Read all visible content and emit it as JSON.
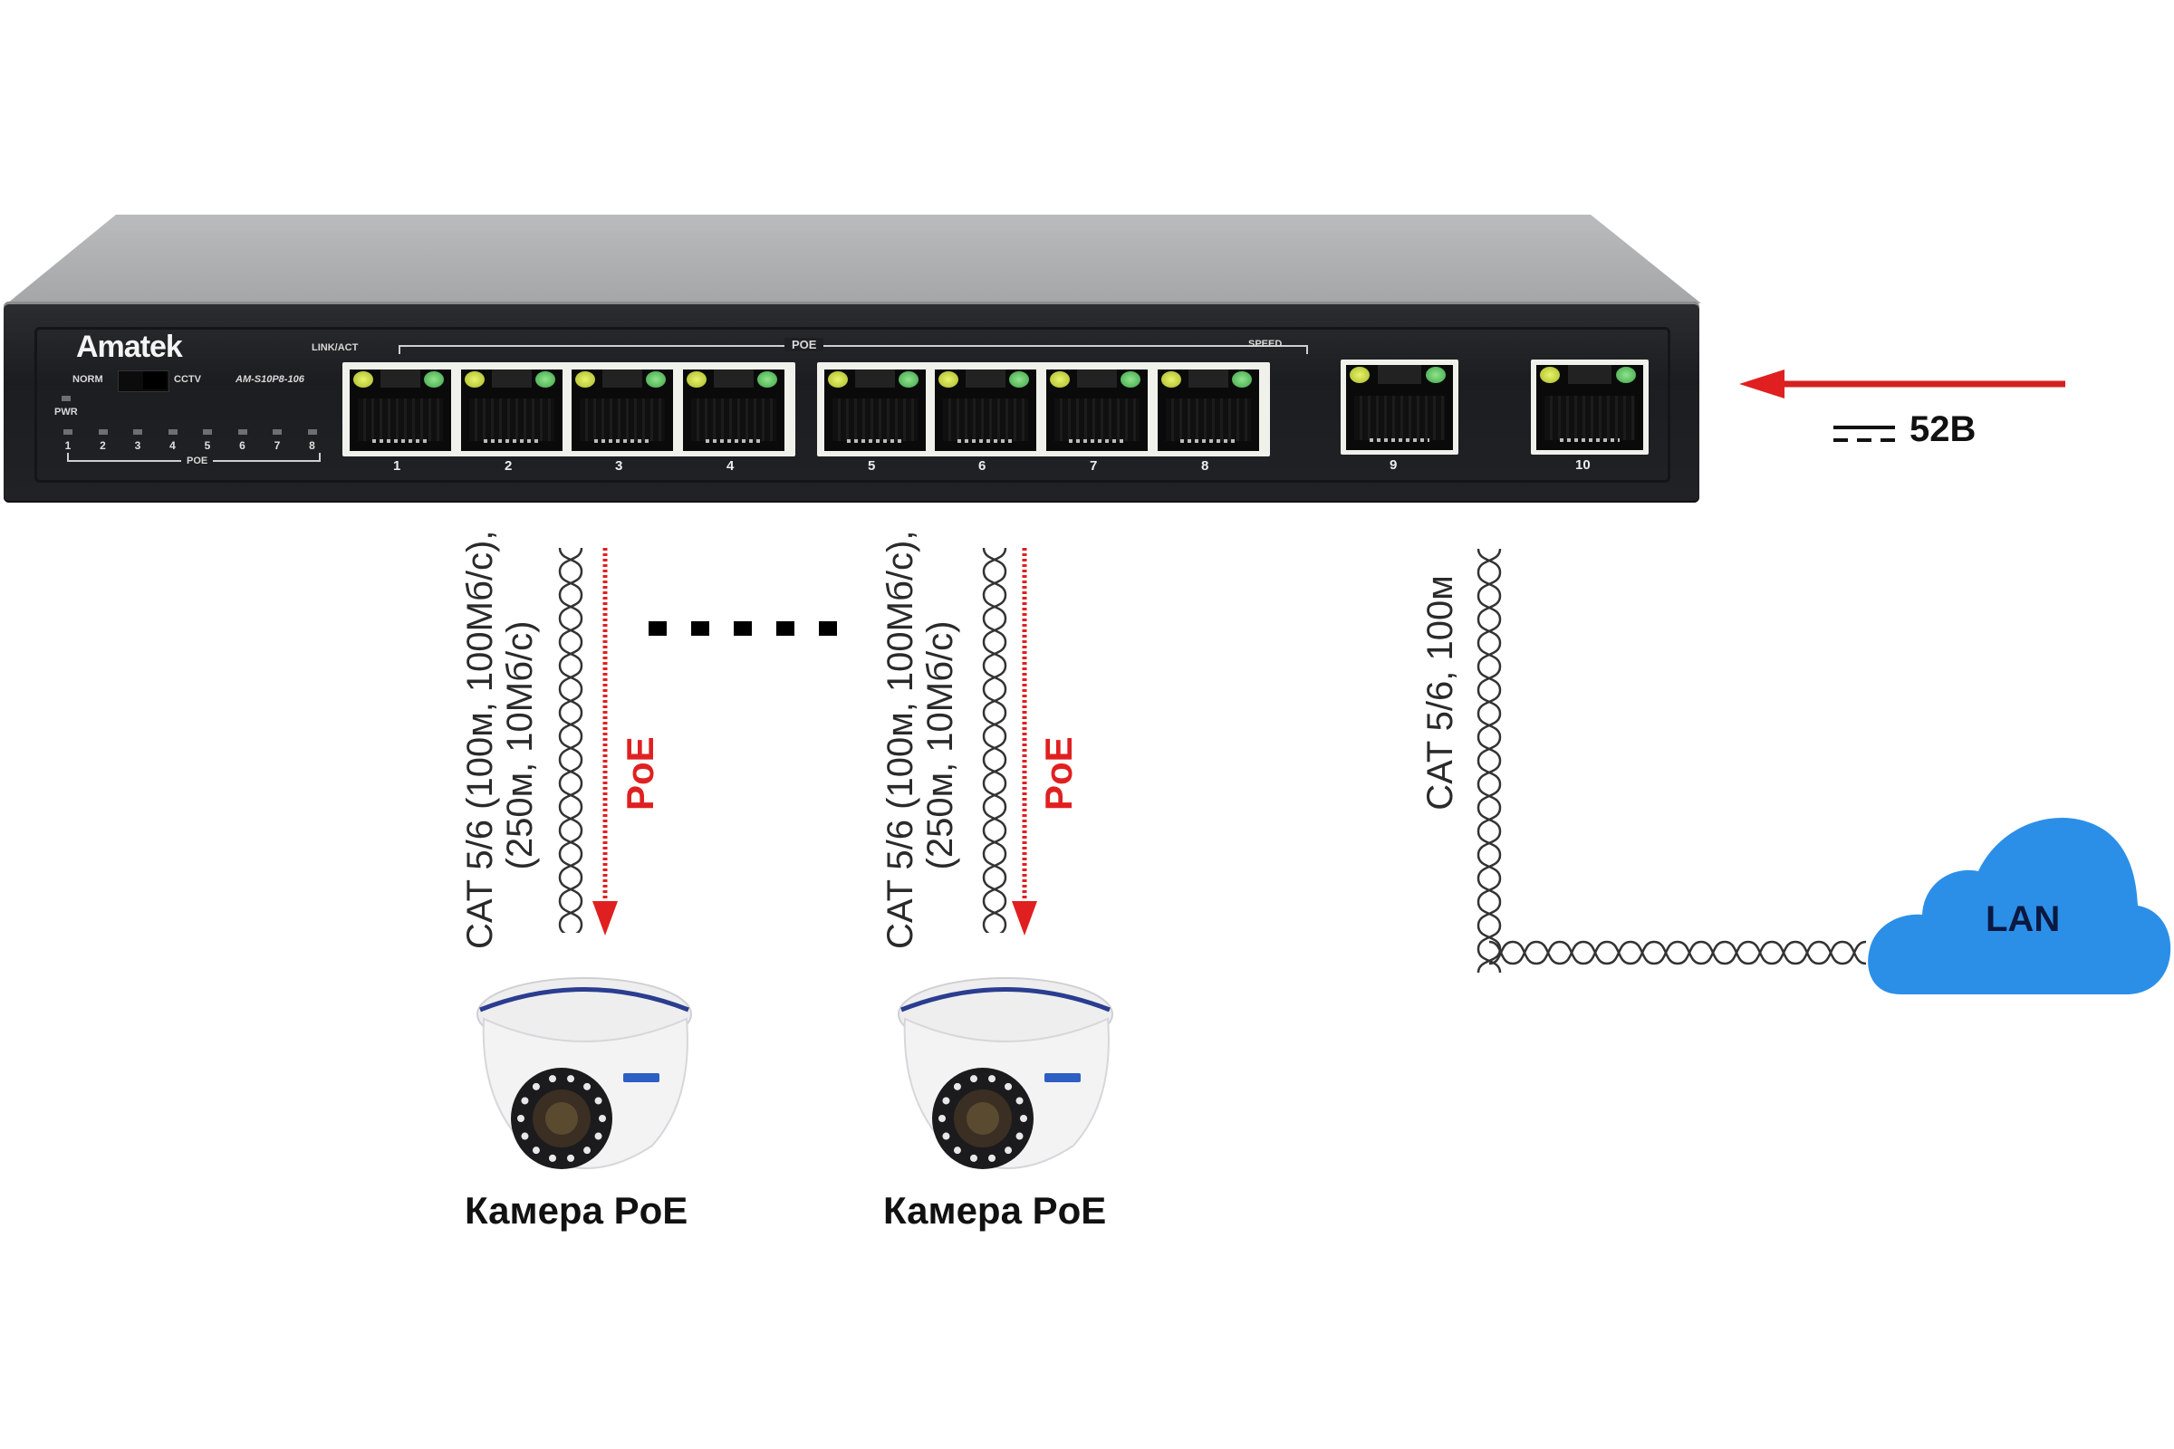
{
  "switch": {
    "brand": "Amatek",
    "model": "AM-S10P8-106",
    "mode_switch": {
      "left_label": "NORM",
      "right_label": "CCTV"
    },
    "power_led_label": "PWR",
    "poe_led_numbers": [
      "1",
      "2",
      "3",
      "4",
      "5",
      "6",
      "7",
      "8"
    ],
    "poe_led_group_label": "POE",
    "port_header_labels": {
      "link_act": "LINK/ACT",
      "poe": "POE",
      "speed": "SPEED"
    },
    "poe_ports": [
      "1",
      "2",
      "3",
      "4",
      "5",
      "6",
      "7",
      "8"
    ],
    "uplink_ports": [
      "9",
      "10"
    ]
  },
  "power": {
    "label": "52В",
    "dc_symbol": "⎓",
    "arrow_color": "#e02020"
  },
  "camera_links": [
    {
      "cable_line1": "CAT 5/6 (100м, 100Мб/с),",
      "cable_line2": "(250м, 10Мб/с)",
      "poe_label": "PoE",
      "camera_label": "Камера PoE"
    },
    {
      "cable_line1": "CAT 5/6 (100м, 100Мб/с),",
      "cable_line2": "(250м, 10Мб/с)",
      "poe_label": "PoE",
      "camera_label": "Камера PoE"
    }
  ],
  "uplink": {
    "cable_label": "CAT 5/6, 100м",
    "cloud_label": "LAN",
    "cloud_color": "#2b8fe8"
  },
  "ellipsis_dots": 5,
  "colors": {
    "poe_arrow": "#e02020",
    "switch_body": "#1e1f22",
    "led_link": "#c9d63a",
    "led_speed": "#5cc060"
  }
}
